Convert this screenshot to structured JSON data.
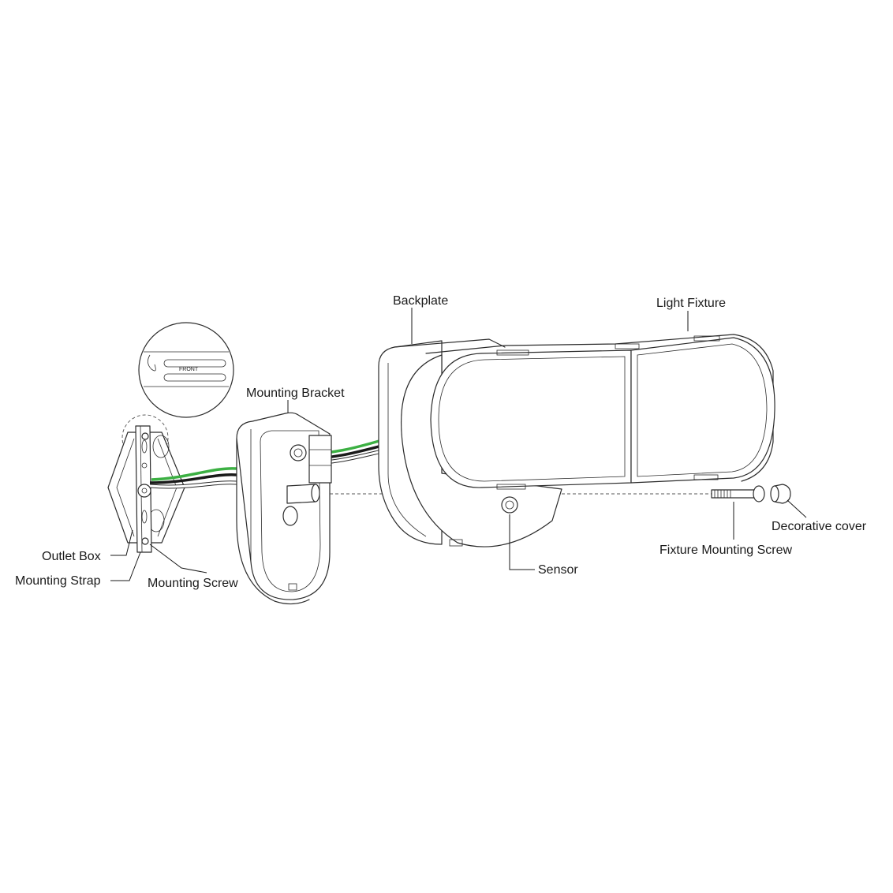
{
  "labels": {
    "backplate": "Backplate",
    "light_fixture": "Light Fixture",
    "mounting_bracket": "Mounting Bracket",
    "outlet_box": "Outlet Box",
    "mounting_strap": "Mounting Strap",
    "mounting_screw": "Mounting Screw",
    "sensor": "Sensor",
    "fixture_mounting_screw": "Fixture Mounting Screw",
    "decorative_cover": "Decorative cover",
    "front_mark": "FRONT"
  },
  "colors": {
    "line": "#2b2b2b",
    "wire_ground": "#3cb043",
    "wire_hot": "#1a1a1a",
    "wire_neutral": "#ffffff"
  }
}
